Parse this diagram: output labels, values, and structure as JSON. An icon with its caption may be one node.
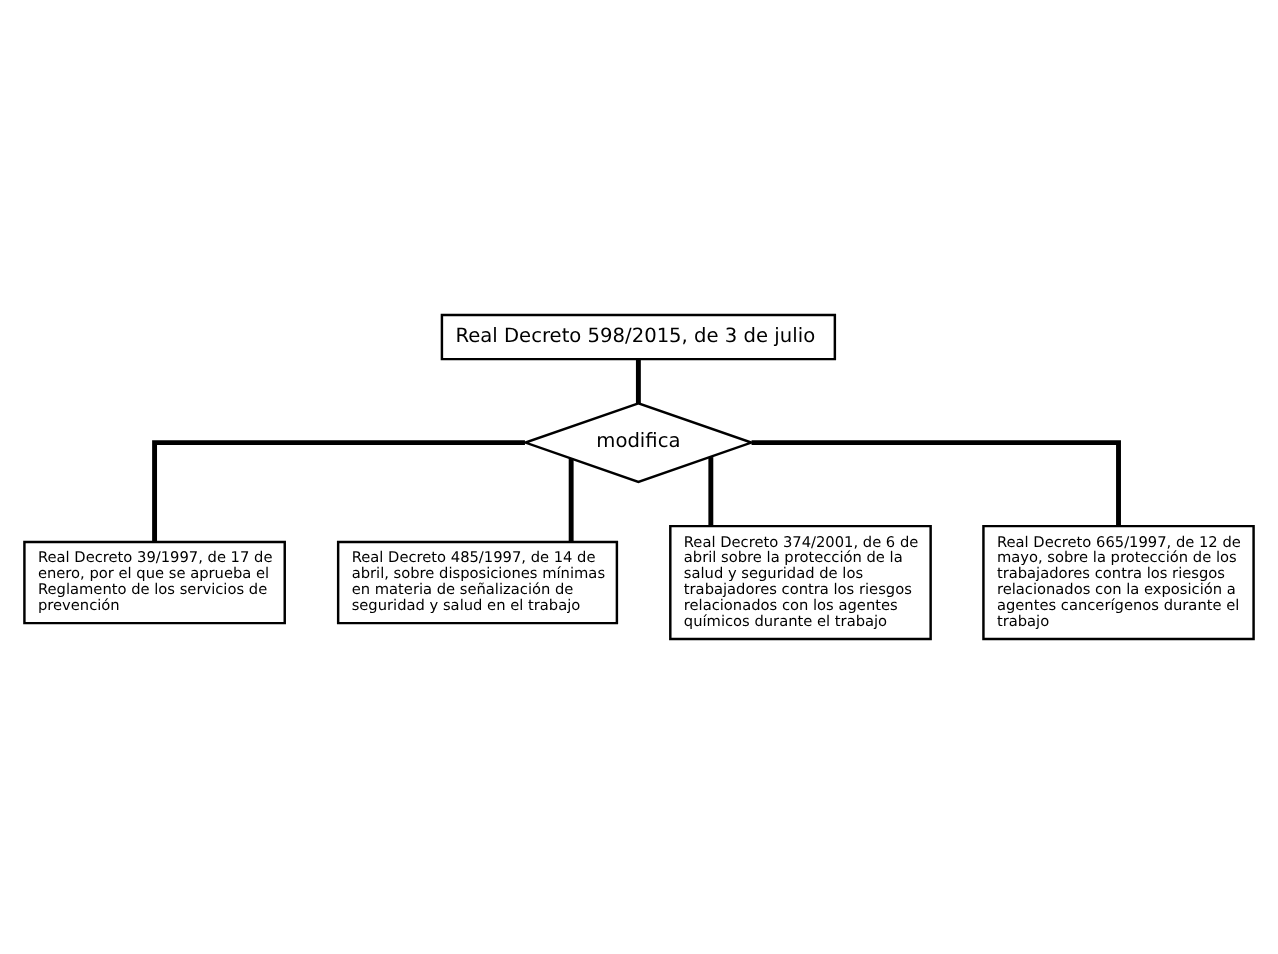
{
  "diagram": {
    "nodes": [
      {
        "text": [
          "Real Decreto 598/2015, de 3 de julio"
        ]
      },
      {
        "text": [
          "modifica"
        ]
      },
      {
        "text": [
          "Real Decreto 39/1997, de 17 de enero, por el que se aprueba el Reglamento de los servicios de prevención"
        ]
      },
      {
        "text": [
          "Real Decreto 485/1997, de 14 de abril, sobre disposiciones mínimas en materia de señalización de seguridad y salud en el trabajo"
        ]
      },
      {
        "text": [
          "Real Decreto 374/2001, de 6 de abril sobre la protección de la salud y seguridad de los trabajadores contra los riesgos relacionados con los agentes químicos durante el trabajo"
        ]
      },
      {
        "text": [
          "Real Decreto 665/1997, de 12 de mayo, sobre la protección de los trabajadores contra los riesgos relacionados con la exposición a agentes cancerígenos durante el trabajo"
        ]
      }
    ],
    "edges": [
      {
        "from": 0,
        "to": 1,
        "arrow": "none"
      },
      {
        "from": 1,
        "to": 2,
        "arrow": "none"
      },
      {
        "from": 1,
        "to": 3,
        "arrow": "none"
      },
      {
        "from": 1,
        "to": 4,
        "arrow": "none"
      },
      {
        "from": 1,
        "to": 5,
        "arrow": "none"
      }
    ]
  }
}
